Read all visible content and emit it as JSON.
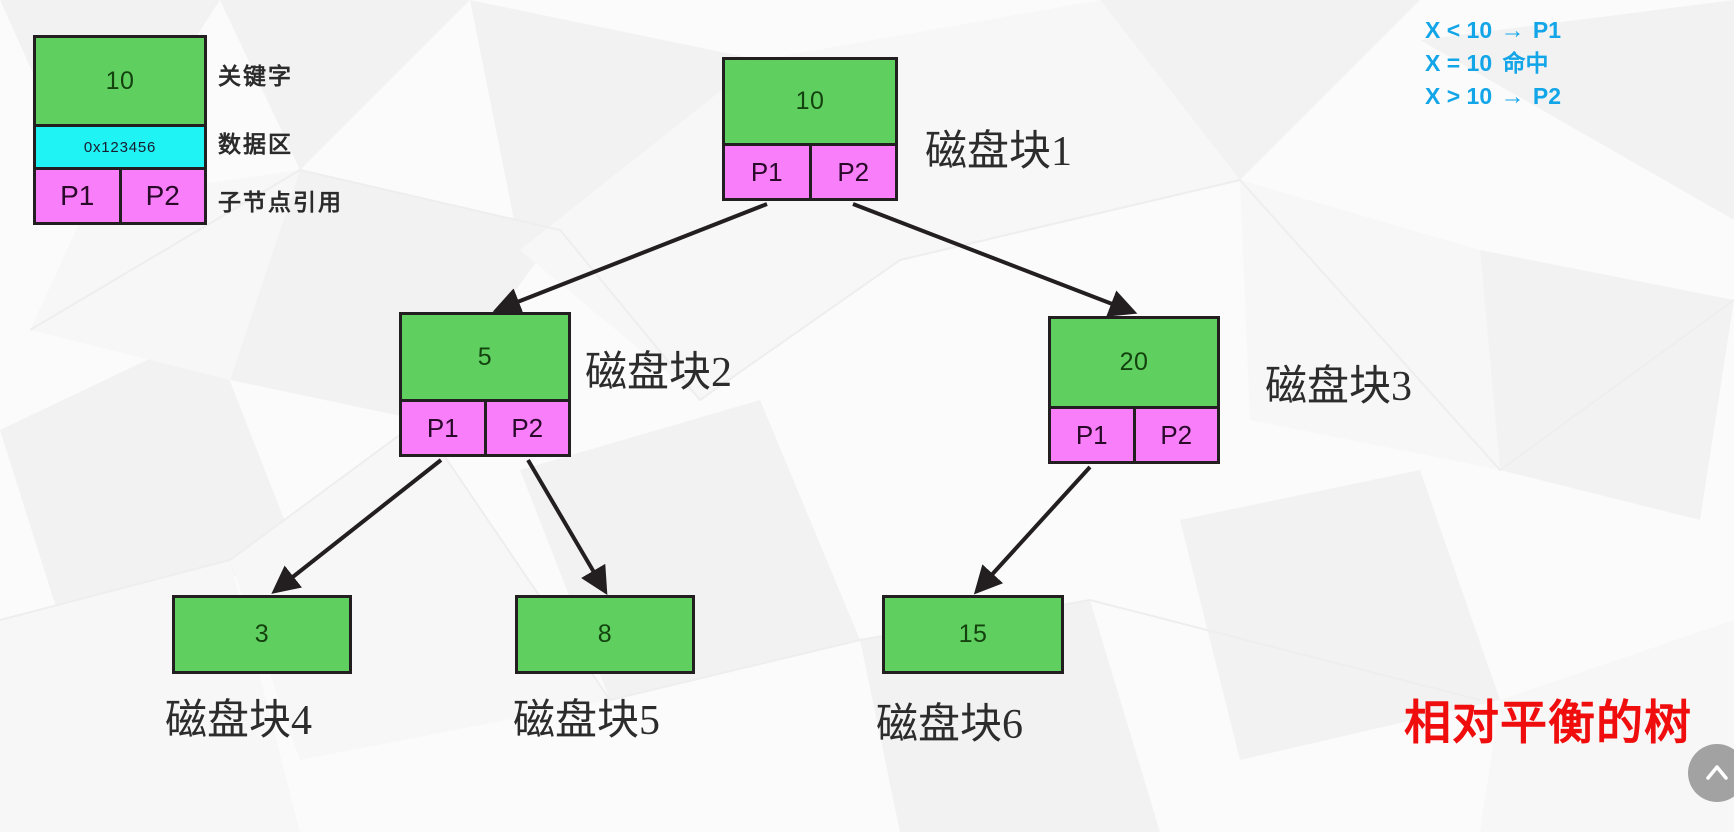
{
  "legend": {
    "node": {
      "key": "10",
      "data": "0x123456",
      "pointers": [
        "P1",
        "P2"
      ]
    },
    "labels": {
      "key": "关键字",
      "data": "数据区",
      "pointer": "子节点引用"
    }
  },
  "rules": {
    "lines": [
      {
        "condition": "X < 10",
        "arrow": "→",
        "target": "P1"
      },
      {
        "condition": "X = 10",
        "arrow": "",
        "target": "命中"
      },
      {
        "condition": "X > 10",
        "arrow": "→",
        "target": "P2"
      }
    ]
  },
  "tree": {
    "nodes": [
      {
        "id": "node-1",
        "key": "10",
        "pointers": [
          "P1",
          "P2"
        ],
        "label": "磁盘块1"
      },
      {
        "id": "node-2",
        "key": "5",
        "pointers": [
          "P1",
          "P2"
        ],
        "label": "磁盘块2"
      },
      {
        "id": "node-3",
        "key": "20",
        "pointers": [
          "P1",
          "P2"
        ],
        "label": "磁盘块3"
      },
      {
        "id": "node-4",
        "key": "3",
        "pointers": [],
        "label": "磁盘块4"
      },
      {
        "id": "node-5",
        "key": "8",
        "pointers": [],
        "label": "磁盘块5"
      },
      {
        "id": "node-6",
        "key": "15",
        "pointers": [],
        "label": "磁盘块6"
      }
    ],
    "edges": [
      {
        "from": "node-1.P1",
        "to": "node-2"
      },
      {
        "from": "node-1.P2",
        "to": "node-3"
      },
      {
        "from": "node-2.P1",
        "to": "node-4"
      },
      {
        "from": "node-2.P2",
        "to": "node-5"
      },
      {
        "from": "node-3.P1",
        "to": "node-6"
      }
    ]
  },
  "conclusion": "相对平衡的树",
  "scroll_top_button": {
    "icon": "chevron-up-icon"
  },
  "colors": {
    "key_fill": "#5fd05f",
    "data_fill": "#1ff3f3",
    "pointer_fill": "#f97ef9",
    "stroke": "#231f20",
    "rule_text": "#12a5e8",
    "conclusion_text": "#f00d0d",
    "background": "#fbfbfb"
  }
}
